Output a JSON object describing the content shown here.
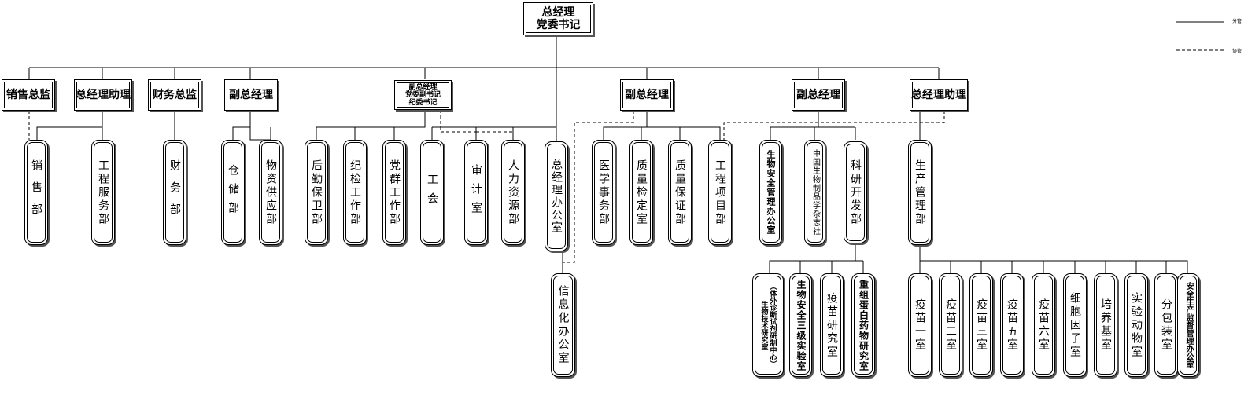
{
  "top": {
    "line1": "总经理",
    "line2": "党委书记"
  },
  "legend": {
    "solid_label": "分管",
    "dashed_label": "协管"
  },
  "level1": {
    "sales_director": "销售总监",
    "gm_assistant_left": "总经理助理",
    "finance_director": "财务总监",
    "deputy_gm_1": "副总经理",
    "deputy_party": {
      "l1": "副总经理",
      "l2": "党委副书记",
      "l3": "纪委书记"
    },
    "deputy_gm_2": "副总经理",
    "deputy_gm_3": "副总经理",
    "gm_assistant_right": "总经理助理"
  },
  "depts": {
    "sales": "销售部",
    "engineering_service": "工程服务部",
    "finance": "财务部",
    "warehouse": "仓储部",
    "supply": "物资供应部",
    "logistics": "后勤保卫部",
    "discipline": "纪检工作部",
    "party": "党群工作部",
    "union": "工会",
    "audit": "审计室",
    "hr": "人力资源部",
    "gm_office": "总经理办公室",
    "medical": "医学事务部",
    "qc": "质量检定室",
    "qa": "质量保证部",
    "project": "工程项目部",
    "biosafety": "生物安全管理办公室",
    "journal": "中国生物制品学杂志社",
    "rnd": "科研开发部",
    "production": "生产管理部",
    "it_office": "信息化办公室"
  },
  "rnd_units": {
    "ivd": {
      "l1": "（体外诊断试剂研制中心）",
      "l2": "生物技术研究室"
    },
    "bsl3": "生物安全三级实验室",
    "vaccine_research": "疫苗研究室",
    "recombinant": "重组蛋白药物研究室"
  },
  "prod_units": {
    "v1": "疫苗一室",
    "v2": "疫苗二室",
    "v3": "疫苗三室",
    "v5": "疫苗五室",
    "v6": "疫苗六室",
    "cytokine": "细胞因子室",
    "media": "培养基室",
    "animal": "实验动物室",
    "packaging": "分包装室",
    "safety": "安全生产监督管理办公室"
  }
}
